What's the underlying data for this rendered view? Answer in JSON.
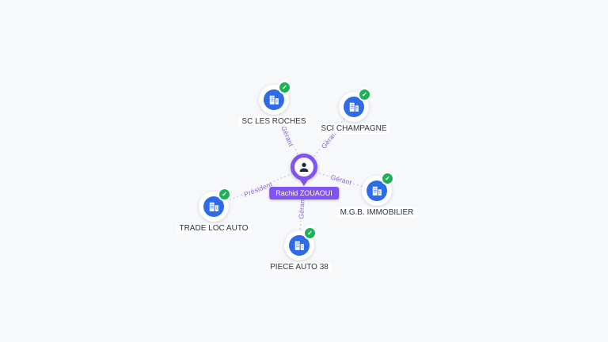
{
  "center": {
    "name": "Rachid ZOUAOUI"
  },
  "companies": [
    {
      "name": "SC LES ROCHES",
      "role": "Gérant"
    },
    {
      "name": "SCI CHAMPAGNE",
      "role": "Gérant"
    },
    {
      "name": "M.G.B. IMMOBILIER",
      "role": "Gérant"
    },
    {
      "name": "TRADE LOC AUTO",
      "role": "Président"
    },
    {
      "name": "PIECE AUTO 38",
      "role": "Gérant"
    }
  ],
  "glyphs": {
    "check": "✓"
  },
  "colors": {
    "background": "#f7f8fa",
    "edge": "#c3b5ec",
    "edge_label": "#8a63d2",
    "company_icon_bg": "#2e6be6",
    "verified_badge": "#1fb155",
    "center_pin": "#8153f2"
  }
}
